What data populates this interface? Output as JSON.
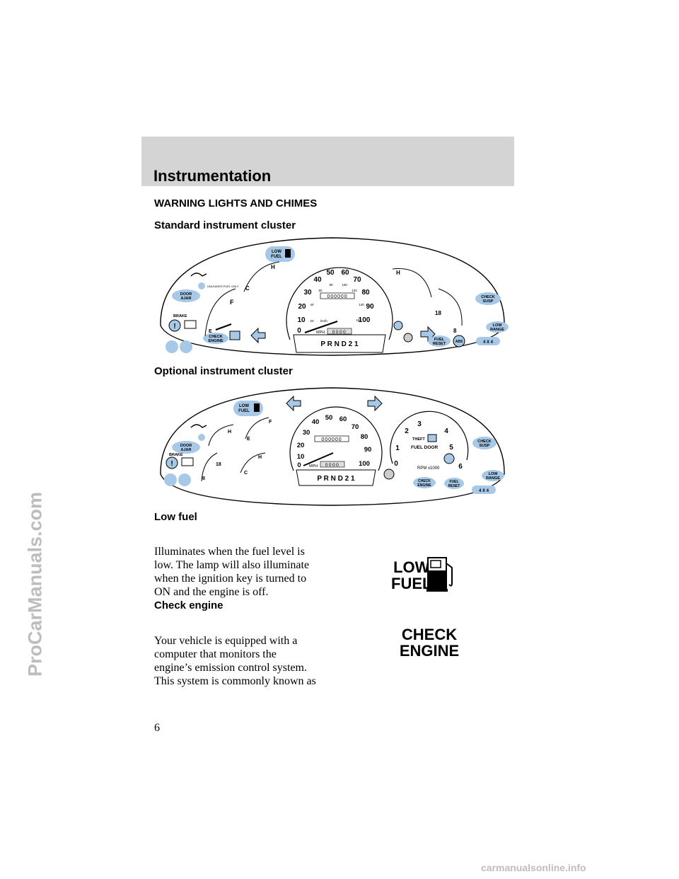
{
  "header": {
    "title": "Instrumentation"
  },
  "sections": {
    "main_heading": "WARNING LIGHTS AND CHIMES",
    "standard_heading": "Standard instrument cluster",
    "optional_heading": "Optional instrument cluster",
    "low_fuel_heading": "Low fuel",
    "low_fuel_text": [
      "Illuminates when the fuel level is",
      "low. The lamp will also illuminate",
      "when the ignition key is turned to",
      "ON and the engine is off."
    ],
    "check_engine_heading": "Check engine",
    "check_engine_text": [
      "Your vehicle is equipped with a",
      "computer that monitors the",
      "engine’s emission control system.",
      "This system is commonly known as"
    ]
  },
  "icons": {
    "low_fuel": [
      "LOW",
      "FUEL"
    ],
    "check_engine": [
      "CHECK",
      "ENGINE"
    ]
  },
  "cluster_labels": {
    "low_fuel": [
      "LOW",
      "FUEL"
    ],
    "door_ajar": [
      "DOOR",
      "AJAR"
    ],
    "brake": "BRAKE",
    "check_engine": [
      "CHECK",
      "ENGINE"
    ],
    "check_susp": [
      "CHECK",
      "SUSP"
    ],
    "low_range": [
      "LOW",
      "RANGE"
    ],
    "fuel_reset": [
      "FUEL",
      "RESET"
    ],
    "four_x_four": "4 X 4",
    "abs": "ABS",
    "unleaded": "UNLEADED FUEL ONLY",
    "gear": "P R N D 2 1",
    "mph": "MPH",
    "kmh": "km/h",
    "odometer": "000000",
    "trip": "0000",
    "theft": "THEFT",
    "fuel_door": "FUEL DOOR",
    "rpm": "RPM x1000",
    "speeds": [
      "0",
      "10",
      "20",
      "30",
      "40",
      "50",
      "60",
      "70",
      "80",
      "90",
      "100"
    ],
    "kmh_ticks": [
      "20",
      "40",
      "60",
      "80",
      "100",
      "120",
      "140",
      "160"
    ],
    "tach": [
      "0",
      "1",
      "2",
      "3",
      "4",
      "5",
      "6"
    ],
    "gauge_letters": {
      "h": "H",
      "c": "C",
      "f": "F",
      "e": "E",
      "v18": "18",
      "v8": "8"
    }
  },
  "footer": {
    "page": "6"
  },
  "watermarks": {
    "side": "ProCarManuals.com",
    "bottom": "carmanualsonline.info"
  }
}
